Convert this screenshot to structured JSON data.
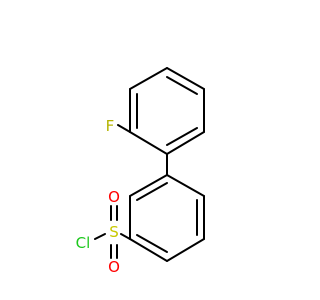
{
  "molecule": {
    "atoms": [
      {
        "symbol": "F",
        "color": "#b4b400"
      },
      {
        "symbol": "S",
        "color": "#c8c800"
      },
      {
        "symbol": "O",
        "color": "#ff0000"
      },
      {
        "symbol": "O",
        "color": "#ff0000"
      },
      {
        "symbol": "Cl",
        "color": "#1ec81e"
      }
    ],
    "bond_color": "#000000"
  }
}
